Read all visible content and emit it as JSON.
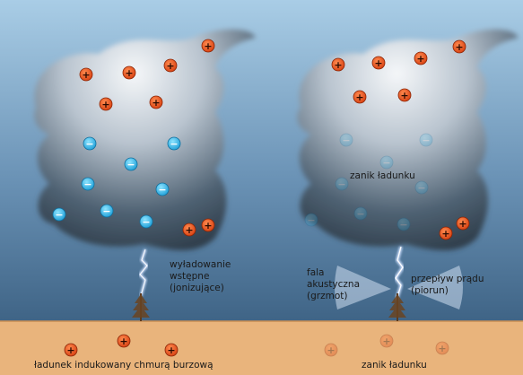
{
  "colors": {
    "sky_top": "#8fb8d8",
    "sky_bottom": "#3a5f80",
    "ground": "#e8b27a",
    "positive": "#ee5a22",
    "negative": "#29b4ea",
    "bolt": "#9fb6ff"
  },
  "left_panel": {
    "label_discharge": [
      "wyładowanie",
      "wstępne",
      "(jonizujące)"
    ],
    "label_ground": "ładunek indukowany chmurą burzową"
  },
  "right_panel": {
    "label_cloud_decay": "zanik ładunku",
    "label_acoustic": [
      "fala",
      "akustyczna",
      "(grzmot)"
    ],
    "label_current": [
      "przepływ prądu",
      "(piorun)"
    ],
    "label_ground_decay": "zanik ładunku"
  },
  "symbols": {
    "plus": "+",
    "minus": "−"
  },
  "icons": [
    "tree-icon",
    "lightning-bolt-icon",
    "sound-wave-icon"
  ]
}
